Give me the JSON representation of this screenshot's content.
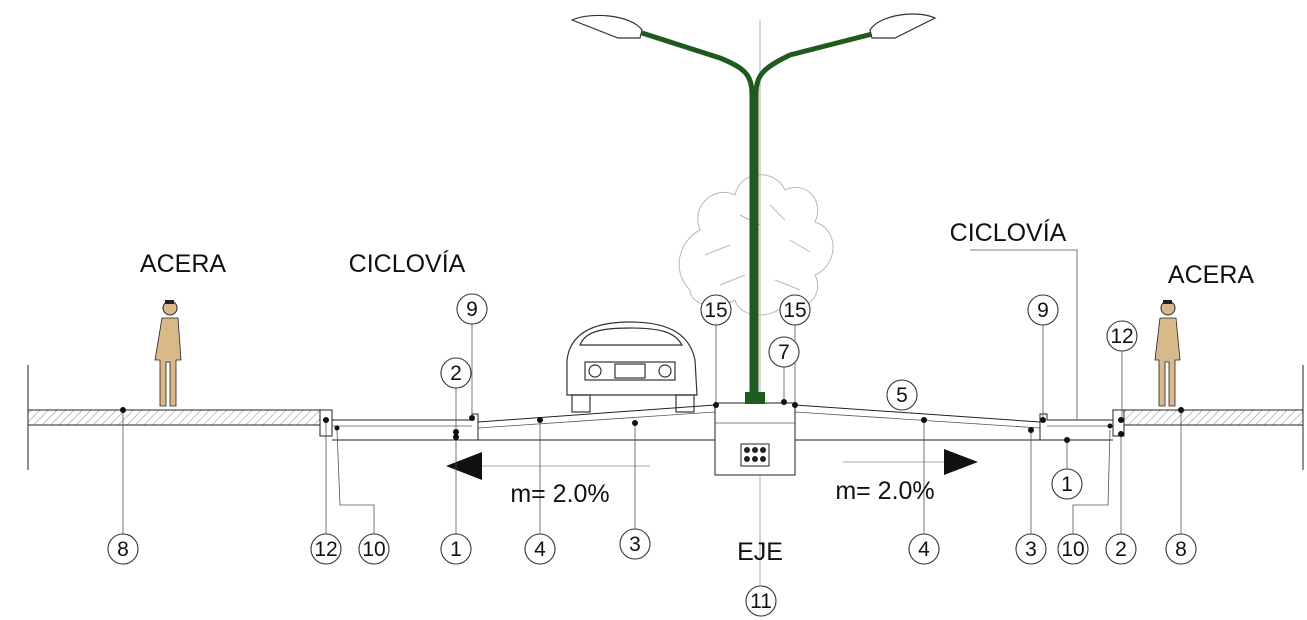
{
  "labels": {
    "acera_left": "ACERA",
    "ciclovia_left": "CICLOVÍA",
    "ciclovia_right": "CICLOVÍA",
    "acera_right": "ACERA",
    "slope_left": "m= 2.0%",
    "slope_right": "m= 2.0%",
    "axis": "EJE"
  },
  "callouts": {
    "c8l": "8",
    "c12l": "12",
    "c10l": "10",
    "c1l": "1",
    "c4l": "4",
    "c3l": "3",
    "c11": "11",
    "c4r": "4",
    "c3r": "3",
    "c10r": "10",
    "c2r": "2",
    "c8r": "8",
    "c9l": "9",
    "c2l": "2",
    "c15l": "15",
    "c15r": "15",
    "c7": "7",
    "c5": "5",
    "c9r": "9",
    "c12r": "12",
    "c1r": "1"
  },
  "colors": {
    "pole": "#1f5a1f",
    "line": "#222222",
    "hatch": "#8a8a8a",
    "tree": "#b8b8b8",
    "person": "#d9b98a"
  }
}
